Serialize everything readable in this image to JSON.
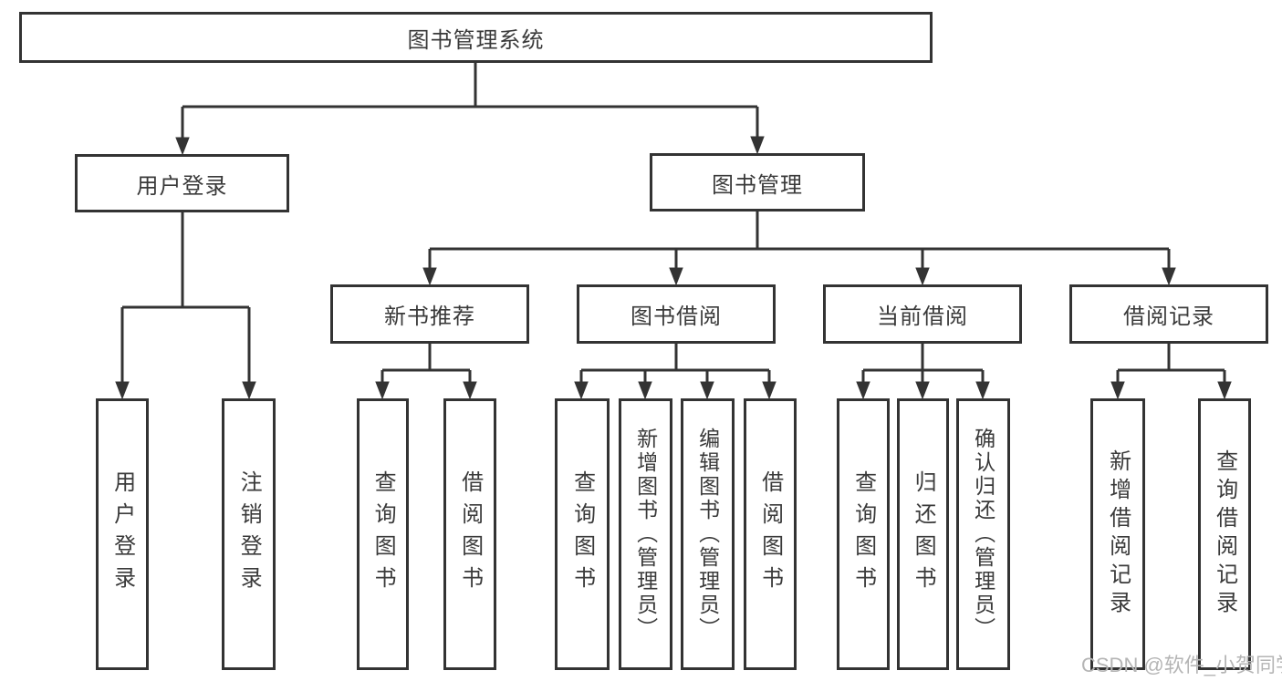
{
  "diagram": {
    "root": "图书管理系统",
    "level2": {
      "user_login": "用户登录",
      "book_mgmt": "图书管理"
    },
    "level3": {
      "new_book": "新书推荐",
      "borrow": "图书借阅",
      "current": "当前借阅",
      "records": "借阅记录"
    },
    "leaves": {
      "user_login": "用户登录",
      "logout": "注销登录",
      "nb_query": "查询图书",
      "nb_borrow": "借阅图书",
      "bb_query": "查询图书",
      "bb_add": "新增图书（管理员）",
      "bb_edit": "编辑图书（管理员）",
      "bb_borrow": "借阅图书",
      "cb_query": "查询图书",
      "cb_return": "归还图书",
      "cb_confirm": "确认归还（管理员）",
      "br_add": "新增借阅记录",
      "br_query": "查询借阅记录"
    }
  },
  "watermark": "CSDN @软件_小贺同学",
  "colors": {
    "line": "#333333",
    "box_border": "#333333",
    "text": "#3a3a3a",
    "watermark": "#b5b5b5",
    "background": "#ffffff"
  }
}
